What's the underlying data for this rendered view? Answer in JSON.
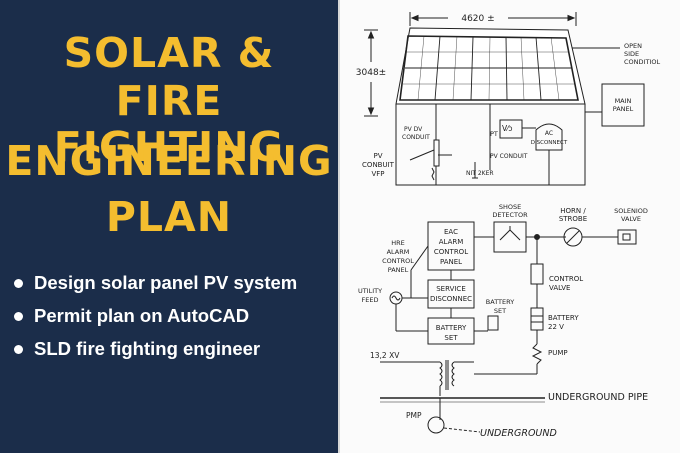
{
  "title": {
    "line1": "SOLAR &",
    "line2": "FIRE FIGHTING",
    "line3": "ENGINEERING",
    "line4": "PLAN"
  },
  "bullets": [
    "Design solar panel PV system",
    "Permit plan on AutoCAD",
    "SLD fire fighting engineer"
  ],
  "colors": {
    "panel_bg": "#1b2d4a",
    "title": "#f4bd2f",
    "bullet_text": "#ffffff",
    "drawing_lines": "#222222"
  },
  "diagram": {
    "dim_width": "4620 ±",
    "dim_height": "3048±",
    "open_side_1": "OPEN",
    "open_side_2": "SIDE",
    "open_side_3": "CONDITIOL",
    "main_panel_1": "MAIN",
    "main_panel_2": "PANEL",
    "pv_dv_1": "PV DV",
    "pv_dv_2": "CONDUIT",
    "pt_symbol": "V⁄ɔ",
    "pt": "PT",
    "ac_1": "AC",
    "ac_2": "DISCONNECT",
    "pv_conduit": "PV CONDUIT",
    "pv_conbuit_1": "PV",
    "pv_conbuit_2": "CONBUIT",
    "pv_conbuit_3": "VFP",
    "nit_2ker": "NIT 2KER",
    "eac_1": "EAC",
    "eac_2": "ALARM",
    "eac_3": "CONTROL",
    "eac_4": "PANEL",
    "shose_1": "SHOSE",
    "shose_2": "DETECTOR",
    "horn_1": "HORN /",
    "horn_2": "STROBE",
    "soleniod_1": "SOLENIOD",
    "soleniod_2": "VALVE",
    "hre_1": "HRE",
    "hre_2": "ALARM",
    "hre_3": "CONTROL",
    "hre_4": "PANEL",
    "utility_1": "UTILITY",
    "utility_2": "FEED",
    "service_1": "SERVICE",
    "service_2": "DISCONNEC",
    "battery_set_1": "BATTERY",
    "battery_set_2": "SET",
    "battery_mid_1": "BATTERY",
    "battery_mid_2": "SET",
    "control_valve_1": "CONTROL",
    "control_valve_2": "VALVE",
    "battery22_1": "BATTERY",
    "battery22_2": "22 V",
    "pump": "PUMP",
    "kv": "13,2 XV",
    "underground_pipe": "UNDERGROUND PIPE",
    "pmp": "PMP",
    "underground": "UNDERGROUND"
  }
}
